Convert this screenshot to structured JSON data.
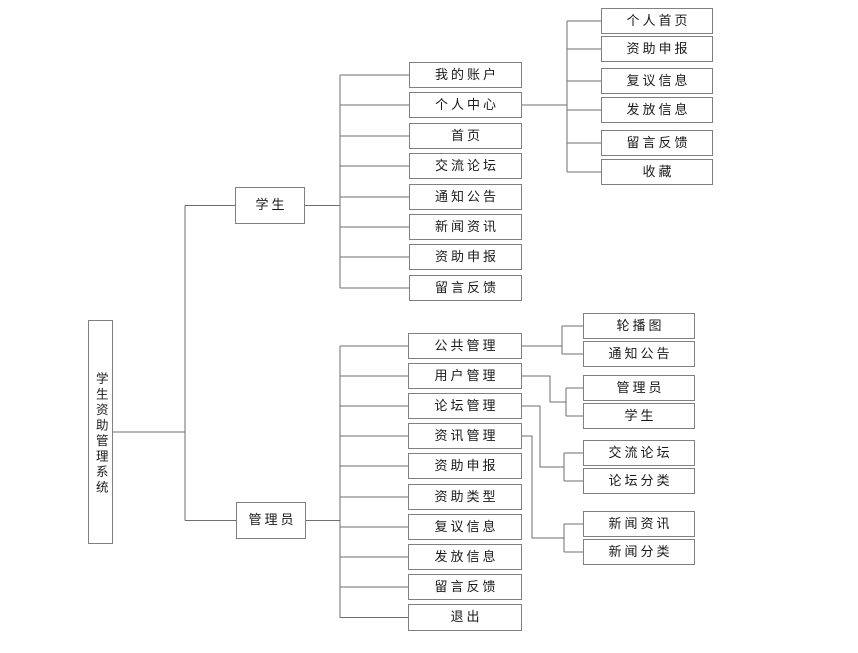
{
  "colors": {
    "background": "#ffffff",
    "box_border": "#808080",
    "line": "#6e6e6e",
    "text": "#1a1a1a"
  },
  "tree": {
    "id": "system-root",
    "label": "学生资助管理系统",
    "children": [
      {
        "id": "student",
        "label": "学生",
        "children": [
          {
            "id": "student-my-account",
            "label": "我的账户"
          },
          {
            "id": "student-personal-center",
            "label": "个人中心",
            "children": [
              {
                "id": "pc-personal-home",
                "label": "个人首页"
              },
              {
                "id": "pc-aid-application",
                "label": "资助申报"
              },
              {
                "id": "pc-review-info",
                "label": "复议信息"
              },
              {
                "id": "pc-disbursement-info",
                "label": "发放信息"
              },
              {
                "id": "pc-feedback",
                "label": "留言反馈"
              },
              {
                "id": "pc-favorites",
                "label": "收藏"
              }
            ]
          },
          {
            "id": "student-home",
            "label": "首页"
          },
          {
            "id": "student-forum",
            "label": "交流论坛"
          },
          {
            "id": "student-notice",
            "label": "通知公告"
          },
          {
            "id": "student-news",
            "label": "新闻资讯"
          },
          {
            "id": "student-aid-application",
            "label": "资助申报"
          },
          {
            "id": "student-feedback",
            "label": "留言反馈"
          }
        ]
      },
      {
        "id": "admin",
        "label": "管理员",
        "children": [
          {
            "id": "admin-public-mgmt",
            "label": "公共管理",
            "children": [
              {
                "id": "pm-carousel",
                "label": "轮播图"
              },
              {
                "id": "pm-notice",
                "label": "通知公告"
              }
            ]
          },
          {
            "id": "admin-user-mgmt",
            "label": "用户管理",
            "children": [
              {
                "id": "um-admin",
                "label": "管理员"
              },
              {
                "id": "um-student",
                "label": "学生"
              }
            ]
          },
          {
            "id": "admin-forum-mgmt",
            "label": "论坛管理",
            "children": [
              {
                "id": "fm-forum",
                "label": "交流论坛"
              },
              {
                "id": "fm-forum-category",
                "label": "论坛分类"
              }
            ]
          },
          {
            "id": "admin-news-mgmt",
            "label": "资讯管理",
            "children": [
              {
                "id": "nm-news",
                "label": "新闻资讯"
              },
              {
                "id": "nm-news-category",
                "label": "新闻分类"
              }
            ]
          },
          {
            "id": "admin-aid-application",
            "label": "资助申报"
          },
          {
            "id": "admin-aid-type",
            "label": "资助类型"
          },
          {
            "id": "admin-review-info",
            "label": "复议信息"
          },
          {
            "id": "admin-disbursement-info",
            "label": "发放信息"
          },
          {
            "id": "admin-feedback",
            "label": "留言反馈"
          },
          {
            "id": "admin-logout",
            "label": "退出"
          }
        ]
      }
    ]
  }
}
